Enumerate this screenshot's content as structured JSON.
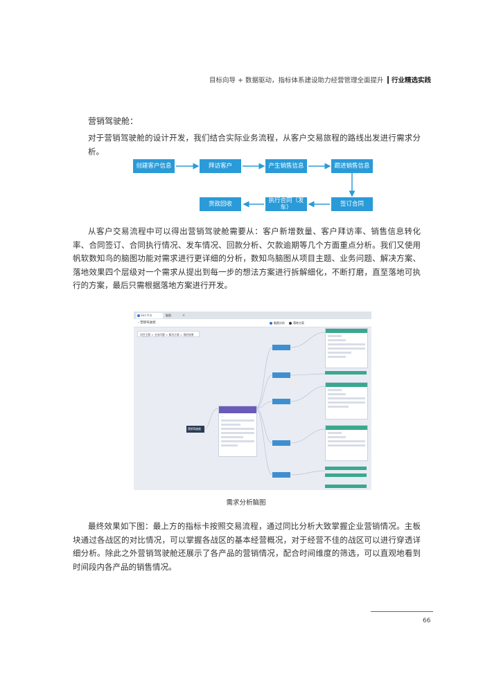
{
  "header": {
    "running_title": "目标向导 + 数据驱动，指标体系建设助力经营管理全面提升",
    "section_tag": "行业精选实践"
  },
  "section_heading": "营销驾驶舱：",
  "intro_paragraph": "对于营销驾驶舱的设计开发，我们结合实际业务流程，从客户交易旅程的路线出发进行需求分析。",
  "flowchart": {
    "color": "#2a9bd8",
    "steps": {
      "create_customer": "创建客户信息",
      "visit_customer": "拜访客户",
      "sales_info": "产生销售信息",
      "follow_sales": "跟进销售信息",
      "sign_contract": "签订合同",
      "execute_contract": "执行合同（发车）",
      "payment_collection": "货款回收"
    }
  },
  "analysis_paragraph": "从客户交易流程中可以得出营销驾驶舱需要从：客户新增数量、客户拜访率、销售信息转化率、合同签订、合同执行情况、发车情况、回款分析、欠款逾期等几个方面重点分析。我们又使用帆软数知鸟的脑图功能对需求进行更详细的分析，数知鸟脑图从项目主题、业务问题、解决方案、落地效果四个层级对一个需求从提出到每一步的想法方案进行拆解细化，不断打磨，直至落地可执行的方案，最后只需根据落地方案进行开发。",
  "screenshot": {
    "tab_label": "S&C平台",
    "tab2_label": "脑图",
    "toolbar_title": "营销驾驶舱",
    "toolbar_tab1": "脑图分析",
    "toolbar_tab2": "落地方案",
    "breadcrumb": "项目主题 > 业务问题 > 解决方案 > 落地效果",
    "root_node": "营销驾驶舱",
    "accent": "#3aa88f"
  },
  "figure_caption": "需求分析脑图",
  "final_paragraph": "最终效果如下图：最上方的指标卡按照交易流程，通过同比分析大致掌握企业营销情况。主板块通过各战区的对比情况，可以掌握各战区的基本经营概况，对于经营不佳的战区可以进行穿透详细分析。除此之外营销驾驶舱还展示了各产品的营销情况，配合时间维度的筛选，可以直观地看到时间段内各产品的销售情况。",
  "page_number": "66"
}
